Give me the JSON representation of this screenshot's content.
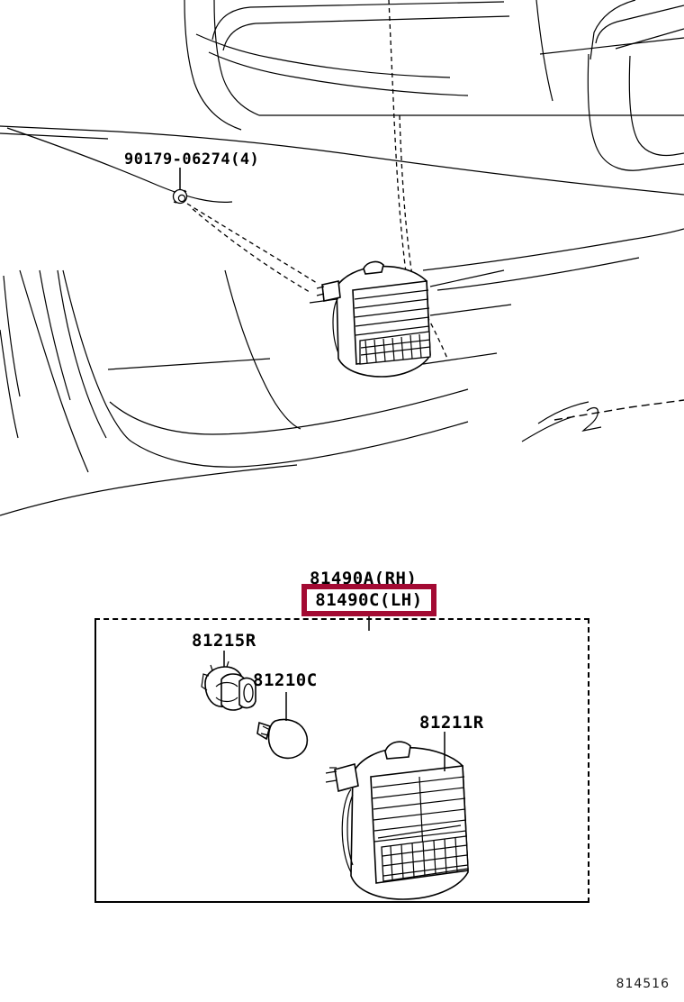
{
  "diagram": {
    "code": "814516",
    "title_labels": {
      "assembly_rh": "81490A(RH)",
      "assembly_lh": "81490C(LH)"
    },
    "highlight_color": "#a30a33"
  },
  "vehicle_view": {
    "callouts": [
      {
        "id": "clip",
        "part_number": "90179-06274(4)",
        "description": "nut-clip-fastener"
      }
    ]
  },
  "detail_panel": {
    "callouts": [
      {
        "id": "socket",
        "part_number": "81215R",
        "description": "bulb-socket"
      },
      {
        "id": "bulb",
        "part_number": "81210C",
        "description": "wedge-base-bulb"
      },
      {
        "id": "lens",
        "part_number": "81211R",
        "description": "side-marker-lens"
      }
    ]
  }
}
